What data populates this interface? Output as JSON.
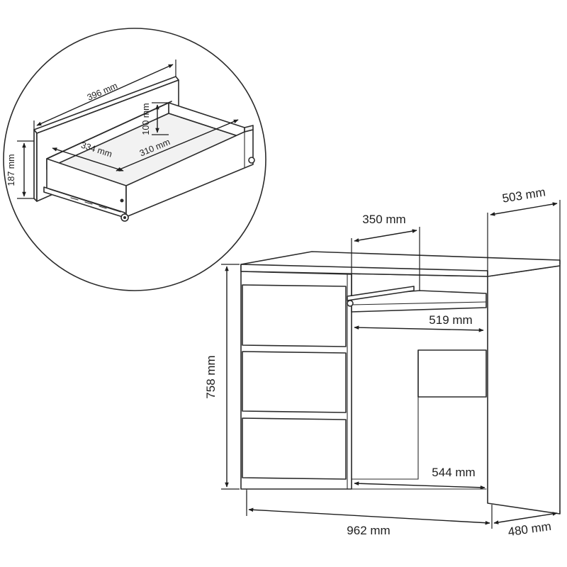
{
  "drawing": {
    "detail_view": {
      "dims": {
        "drawer_front_width": "396 mm",
        "drawer_depth_inner": "334 mm",
        "drawer_width_inner": "310 mm",
        "drawer_height_inner": "100 mm",
        "front_height": "187 mm"
      }
    },
    "main_view": {
      "dims": {
        "keyboard_tray_depth": "350 mm",
        "desk_depth": "503 mm",
        "keyboard_tray_width": "519 mm",
        "desk_height": "758 mm",
        "knee_space_width": "544 mm",
        "desk_width": "962 mm",
        "side_depth": "480 mm"
      }
    }
  }
}
